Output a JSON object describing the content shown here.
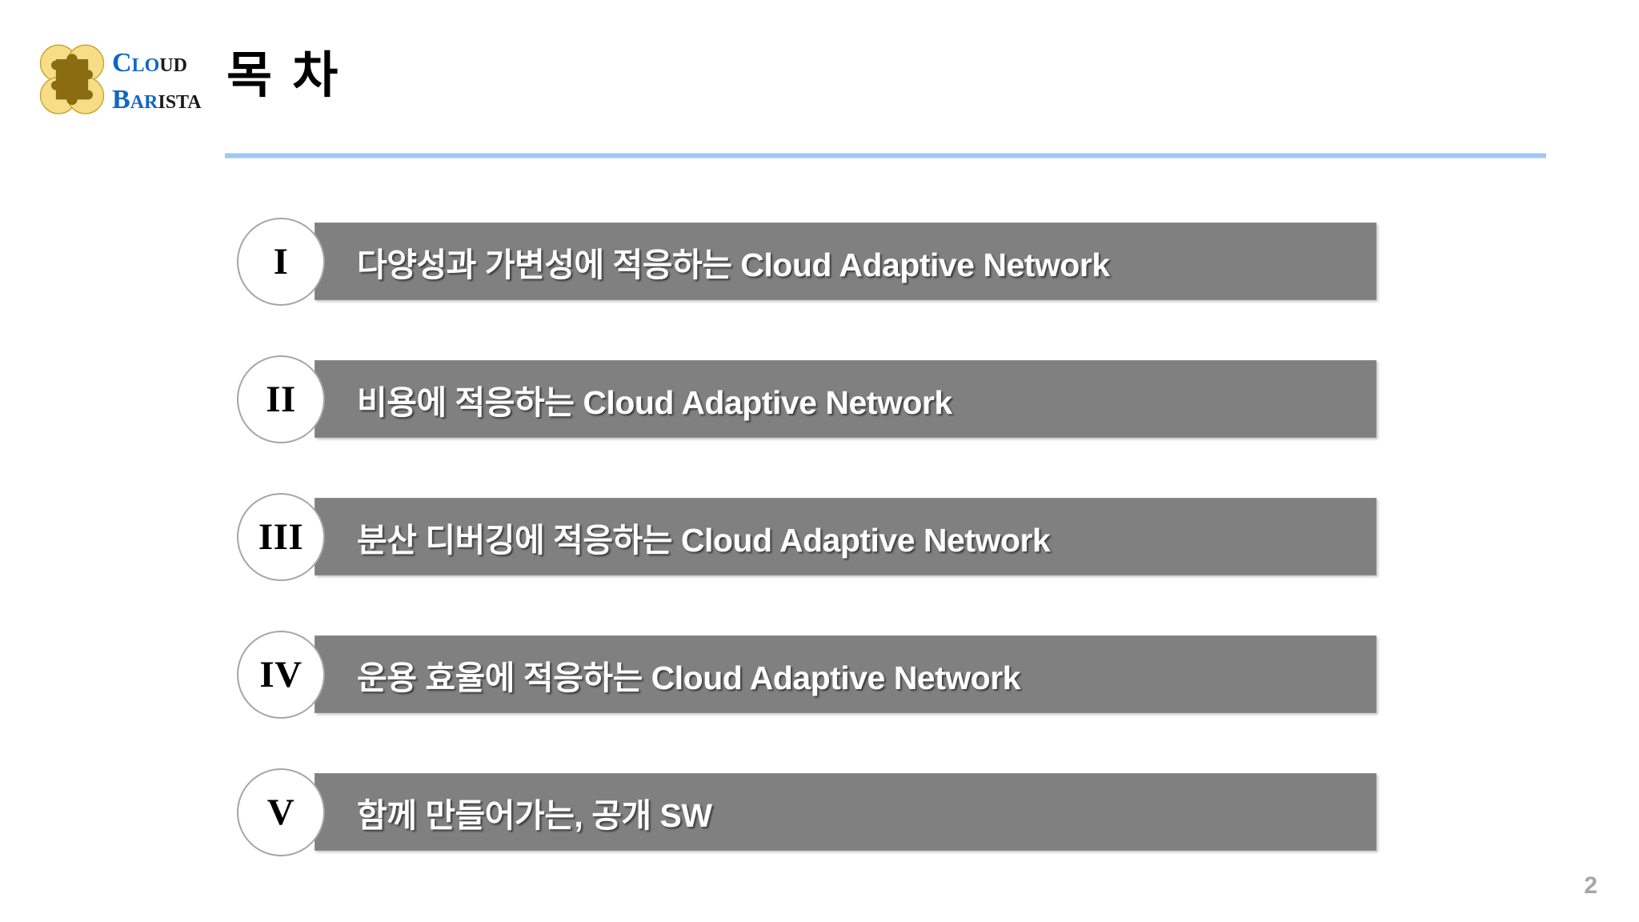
{
  "slide": {
    "title": "목 차",
    "page_number": "2",
    "accent_rule_color": "#9dc9f5",
    "bar_color": "#808080",
    "bar_text_color": "#ffffff",
    "badge_border_color": "#a6a6a6",
    "page_number_color": "#a6a6a6"
  },
  "brand": {
    "logo_icon": "cloudbarista-clover-puzzle-logo",
    "logo_petal_color": "#F5D774",
    "logo_core_color": "#8A6D10",
    "line1": {
      "cap": "C",
      "rest": "LO",
      "tail": "UD",
      "full": "CLOUD"
    },
    "line2": {
      "cap": "B",
      "rest": "AR",
      "tail": "ISTA",
      "full": "BARISTA"
    },
    "word_color_blue": "#1366c4",
    "word_color_dark": "#1a1a1a"
  },
  "toc": {
    "items": [
      {
        "numeral": "I",
        "label": "다양성과 가변성에 적응하는 Cloud Adaptive Network"
      },
      {
        "numeral": "II",
        "label": "비용에 적응하는 Cloud Adaptive Network"
      },
      {
        "numeral": "III",
        "label": "분산 디버깅에 적응하는 Cloud Adaptive Network"
      },
      {
        "numeral": "IV",
        "label": "운용 효율에 적응하는 Cloud Adaptive Network"
      },
      {
        "numeral": "V",
        "label": "함께 만들어가는, 공개 SW"
      }
    ]
  }
}
